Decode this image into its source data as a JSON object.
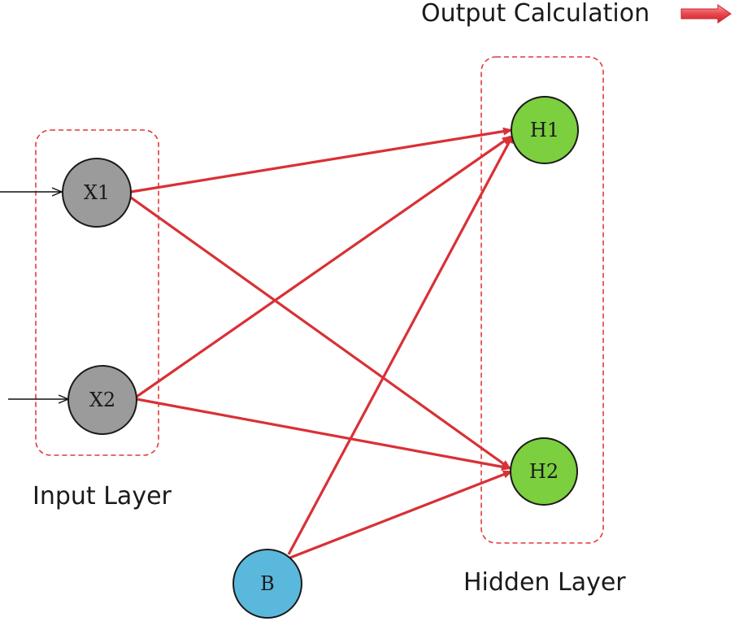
{
  "title": "Output Calculation",
  "groups": {
    "input_label": "Input Layer",
    "hidden_label": "Hidden Layer"
  },
  "nodes": {
    "x1": {
      "label": "X1",
      "color": "#9b9b9b"
    },
    "x2": {
      "label": "X2",
      "color": "#9b9b9b"
    },
    "h1": {
      "label": "H1",
      "color": "#7ccf3f"
    },
    "h2": {
      "label": "H2",
      "color": "#7ccf3f"
    },
    "b": {
      "label": "B",
      "color": "#5bb8dd"
    }
  },
  "colors": {
    "edge": "#d93036",
    "group_border": "#e03a3a",
    "title_arrow": "#e8474d"
  },
  "edges": [
    {
      "from": "X1",
      "to": "H1"
    },
    {
      "from": "X1",
      "to": "H2"
    },
    {
      "from": "X2",
      "to": "H1"
    },
    {
      "from": "X2",
      "to": "H2"
    },
    {
      "from": "B",
      "to": "H1"
    },
    {
      "from": "B",
      "to": "H2"
    }
  ]
}
